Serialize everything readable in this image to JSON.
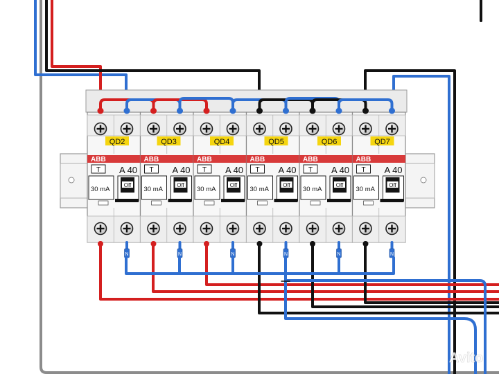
{
  "colors": {
    "phase": "#d41f1f",
    "neutral": "#2f6fd1",
    "phase_alt": "#111111",
    "earth": "#8c8c8c",
    "label_bg": "#f5d50f",
    "abb_band": "#d83a3a"
  },
  "breakers": [
    {
      "id": "QD2",
      "brand": "ABB",
      "type": "T",
      "rating": "A 40",
      "sensitivity": "30 mA",
      "state": "Off",
      "neutral_mark": "N",
      "feed": "phase"
    },
    {
      "id": "QD3",
      "brand": "ABB",
      "type": "T",
      "rating": "A 40",
      "sensitivity": "30 mA",
      "state": "Off",
      "neutral_mark": "N",
      "feed": "phase"
    },
    {
      "id": "QD4",
      "brand": "ABB",
      "type": "T",
      "rating": "A 40",
      "sensitivity": "30 mA",
      "state": "Off",
      "neutral_mark": "N",
      "feed": "phase"
    },
    {
      "id": "QD5",
      "brand": "ABB",
      "type": "T",
      "rating": "A 40",
      "sensitivity": "30 mA",
      "state": "Off",
      "neutral_mark": "N",
      "feed": "phase_alt"
    },
    {
      "id": "QD6",
      "brand": "ABB",
      "type": "T",
      "rating": "A 40",
      "sensitivity": "30 mA",
      "state": "Off",
      "neutral_mark": "N",
      "feed": "phase_alt"
    },
    {
      "id": "QD7",
      "brand": "ABB",
      "type": "T",
      "rating": "A 40",
      "sensitivity": "30 mA",
      "state": "Off",
      "neutral_mark": "N",
      "feed": "phase_alt"
    }
  ],
  "watermark": {
    "text": "Avito",
    "icon": "avito-logo-icon"
  }
}
